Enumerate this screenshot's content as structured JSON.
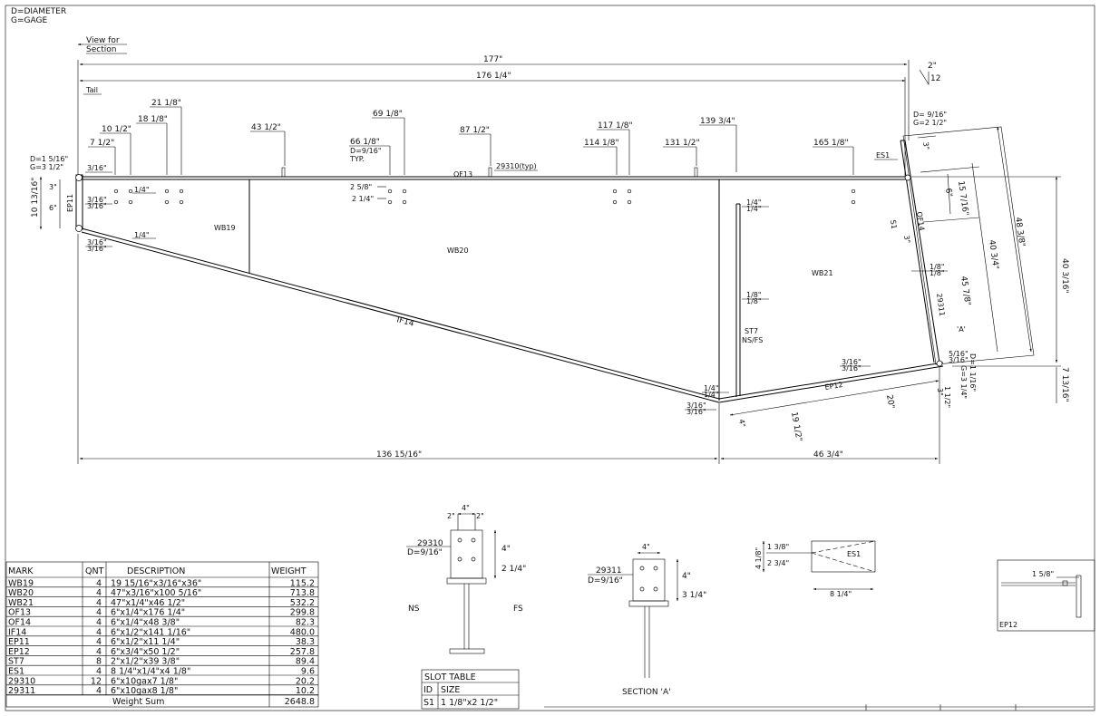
{
  "legend": {
    "diameter": "D=DIAMETER",
    "gage": "G=GAGE"
  },
  "view_for_section": [
    "View for",
    "Section"
  ],
  "tail_label": "Tail",
  "overall_dims": {
    "top_outer": "177\"",
    "top_inner": "176 1/4\"",
    "bottom_left": "136 15/16\"",
    "bottom_right": "46 3/4\""
  },
  "slope": {
    "rise": "2\"",
    "run": "12"
  },
  "top_chord_dims": [
    "7 1/2\"",
    "10 1/2\"",
    "18 1/8\"",
    "21 1/8\"",
    "43 1/2\"",
    "66 1/8\"",
    "69 1/8\"",
    "87 1/2\"",
    "114 1/8\"",
    "117 1/8\"",
    "131 1/2\"",
    "139 3/4\"",
    "165 1/8\""
  ],
  "hole_note": [
    "D=9/16\"",
    "TYP."
  ],
  "left_end": {
    "diameter": "D=1 5/16\"",
    "gage": "G=3 1/2\"",
    "height": "10 13/16\"",
    "d1": "3\"",
    "d2": "6\"",
    "gauge1": "2 5/8\"",
    "gauge2": "2 1/4\""
  },
  "right_top": {
    "diameter": "D= 9/16\"",
    "gage": "G=2 1/2\""
  },
  "right_end": {
    "diameter": "D=1 1/16\"",
    "gage": "G=3 1/4\"",
    "d_a": "15 7/16\"",
    "d_b": "6\"",
    "d_c": "48 3/8\"",
    "d_d": "40 3/4\"",
    "d_e": "40 3/16\"",
    "d_f": "45 7/8\"",
    "d_g": "7 13/16\"",
    "d_h": "3\"",
    "d_i": "1 1/2\"",
    "d_j": "3\""
  },
  "bottom_dims": {
    "d1": "19 1/2\"",
    "d2": "20\"",
    "d3": "4\""
  },
  "members": {
    "WB19": "WB19",
    "WB20": "WB20",
    "WB21": "WB21",
    "OF13": "OF13",
    "OF14": "OF14",
    "IF14": "IF14",
    "EP11": "EP11",
    "EP12": "EP12",
    "ES1": "ES1",
    "ST7": "ST7",
    "NSFS": "NS/FS",
    "S1": "S1",
    "P29311": "29311",
    "A": "'A'",
    "P29310": "29310(typ)"
  },
  "welds": {
    "w1": "3/16\"",
    "w2": "1/4\"",
    "w3": "1/8\"",
    "w4": "5/16\""
  },
  "bom": {
    "headers": [
      "MARK",
      "QNT",
      "DESCRIPTION",
      "WEIGHT"
    ],
    "rows": [
      [
        "WB19",
        "4",
        "19 15/16\"x3/16\"x36\"",
        "115.2"
      ],
      [
        "WB20",
        "4",
        "47\"x3/16\"x100 5/16\"",
        "713.8"
      ],
      [
        "WB21",
        "4",
        "47\"x1/4\"x46 1/2\"",
        "532.2"
      ],
      [
        "OF13",
        "4",
        "6\"x1/4\"x176 1/4\"",
        "299.8"
      ],
      [
        "OF14",
        "4",
        "6\"x1/4\"x48 3/8\"",
        "82.3"
      ],
      [
        "IF14",
        "4",
        "6\"x1/2\"x141 1/16\"",
        "480.0"
      ],
      [
        "EP11",
        "4",
        "6\"x1/2\"x11 1/4\"",
        "38.3"
      ],
      [
        "EP12",
        "4",
        "6\"x3/4\"x50 1/2\"",
        "257.8"
      ],
      [
        "ST7",
        "8",
        "2\"x1/2\"x39 3/8\"",
        "89.4"
      ],
      [
        "ES1",
        "4",
        "8 1/4\"x1/4\"x4 1/8\"",
        "9.6"
      ],
      [
        "29310",
        "12",
        "6\"x10gax7 1/8\"",
        "20.2"
      ],
      [
        "29311",
        "4",
        "6\"x10gax8 1/8\"",
        "10.2"
      ]
    ],
    "sum_label": "Weight Sum",
    "sum_value": "2648.8"
  },
  "detail_29310": {
    "mark": "29310",
    "diameter": "D=9/16\"",
    "top": "4\"",
    "top_l": "2\"",
    "top_r": "2\"",
    "side": "4\"",
    "side2": "2 1/4\"",
    "ns": "NS",
    "fs": "FS"
  },
  "slot_table": {
    "title": "SLOT TABLE",
    "headers": [
      "ID",
      "SIZE"
    ],
    "row": [
      "S1",
      "1 1/8\"x2 1/2\""
    ]
  },
  "detail_29311": {
    "mark": "29311",
    "diameter": "D=9/16\"",
    "top": "4\"",
    "side": "4\"",
    "side2": "3 1/4\"",
    "section": "SECTION 'A'"
  },
  "detail_es1": {
    "mark": "ES1",
    "h1": "1 3/8\"",
    "h2": "2 3/4\"",
    "height": "4 1/8\"",
    "width": "8 1/4\""
  },
  "detail_ep12": {
    "mark": "EP12",
    "dim": "1 5/8\""
  }
}
